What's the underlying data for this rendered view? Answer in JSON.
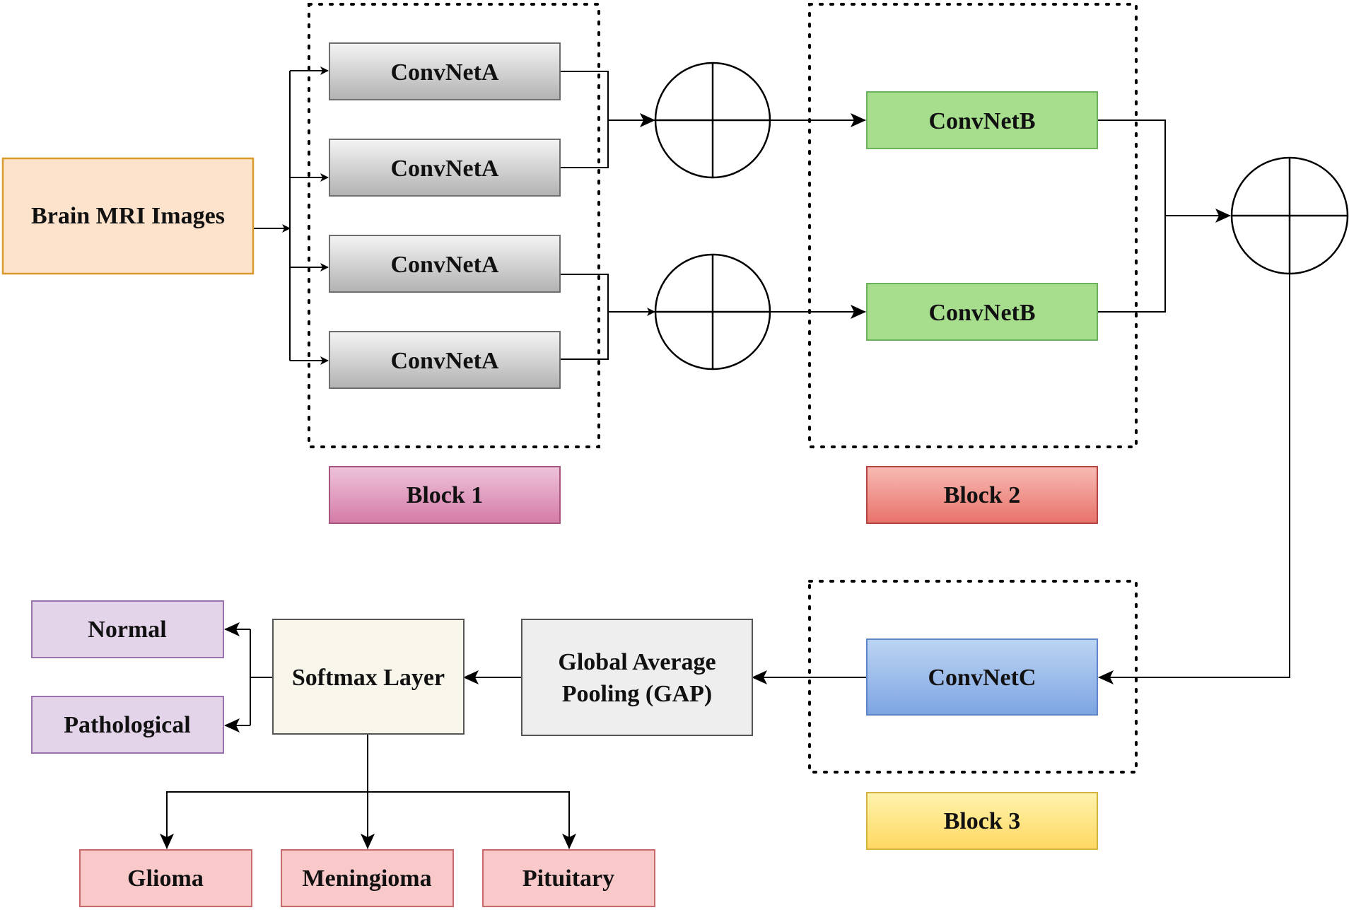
{
  "input": {
    "label": "Brain MRI Images"
  },
  "block1": {
    "title": "Block 1",
    "nets": [
      "ConvNetA",
      "ConvNetA",
      "ConvNetA",
      "ConvNetA"
    ]
  },
  "block2": {
    "title": "Block 2",
    "nets": [
      "ConvNetB",
      "ConvNetB"
    ]
  },
  "block3": {
    "title": "Block 3",
    "net": "ConvNetC"
  },
  "gap": {
    "line1": "Global Average",
    "line2": "Pooling (GAP)"
  },
  "softmax": {
    "label": "Softmax Layer"
  },
  "binary_outputs": [
    "Normal",
    "Pathological"
  ],
  "class_outputs": [
    "Glioma",
    "Meningioma",
    "Pituitary"
  ],
  "colors": {
    "input_fill": "#FDE3CC",
    "input_stroke": "#D89A2B",
    "convA_fill_top": "#F3F3F3",
    "convA_fill_bottom": "#B3B3B3",
    "convA_stroke": "#6E6E6E",
    "convB_fill": "#A4DB8C",
    "convB_stroke": "#6BB35A",
    "convC_fill_top": "#B9D3F2",
    "convC_fill_bottom": "#7EA5E3",
    "convC_stroke": "#5B87C6",
    "block1_top": "#ECBCD6",
    "block1_bottom": "#D47AA6",
    "block1_stroke": "#A8557F",
    "block2_top": "#F6B5AE",
    "block2_bottom": "#E8736B",
    "block2_stroke": "#B5463F",
    "block3_top": "#FFF2A8",
    "block3_bottom": "#FFD966",
    "block3_stroke": "#D6B242",
    "gap_fill": "#EEEEEE",
    "gap_stroke": "#555555",
    "softmax_fill": "#F8F6EA",
    "softmax_stroke": "#555555",
    "binary_fill": "#E3D4EA",
    "binary_stroke": "#9A72AE",
    "class_fill": "#F9C9CA",
    "class_stroke": "#C7696D"
  }
}
